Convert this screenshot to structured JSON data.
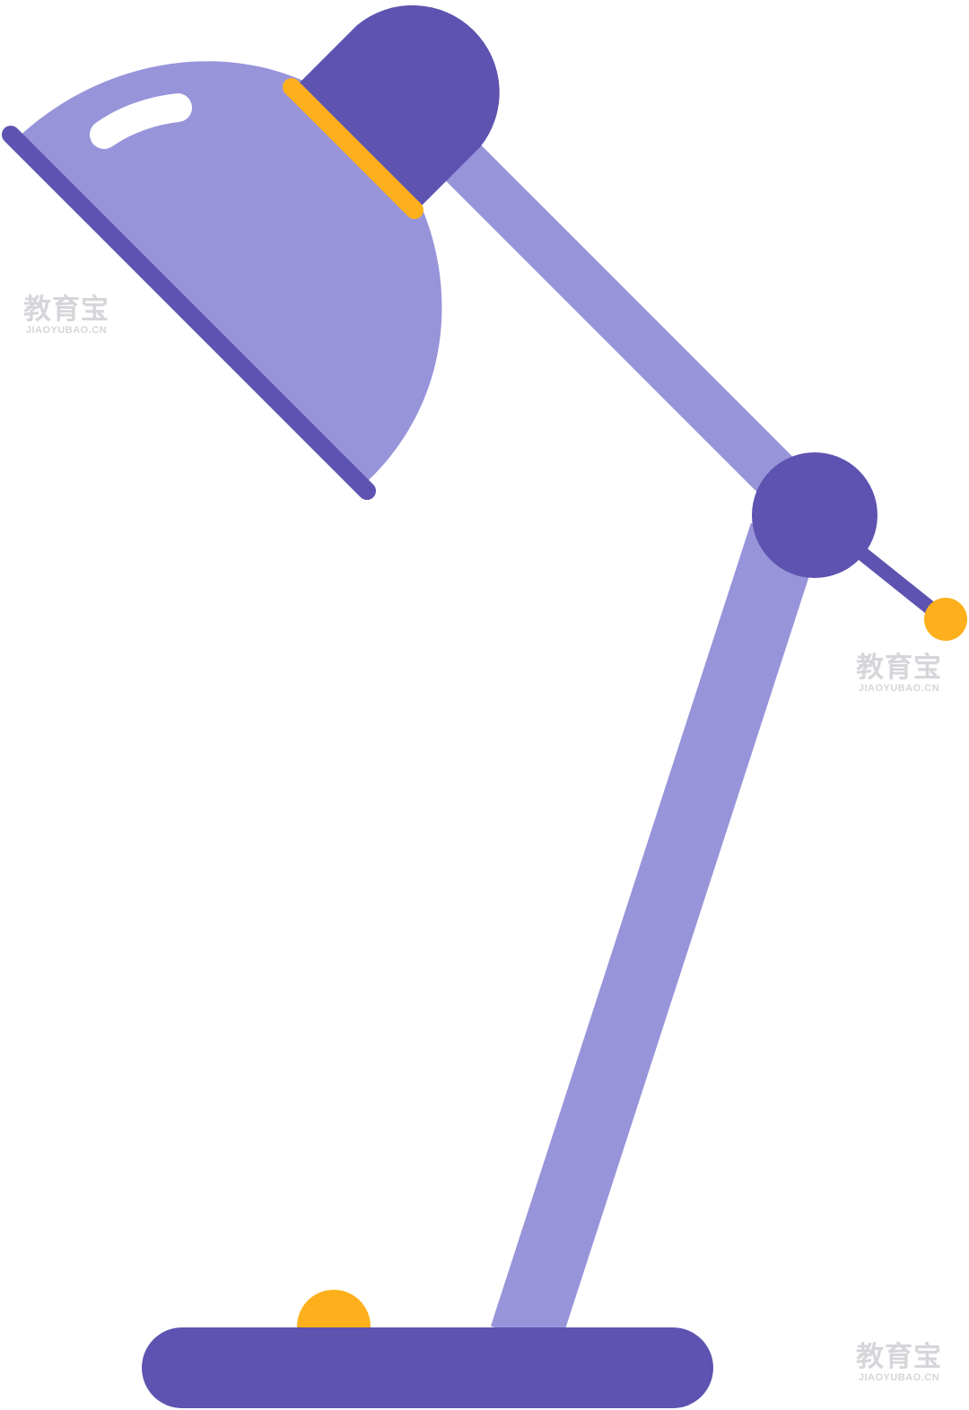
{
  "illustration": {
    "subject": "desk-lamp",
    "colors": {
      "shade_light": "#9894da",
      "dark_purple": "#5e53b0",
      "accent_yellow": "#fdb01b",
      "highlight": "#ffffff",
      "background": "#ffffff"
    }
  },
  "watermarks": [
    {
      "cn": "教育宝",
      "en": "JIAOYUBAO.CN"
    },
    {
      "cn": "教育宝",
      "en": "JIAOYUBAO.CN"
    },
    {
      "cn": "教育宝",
      "en": "JIAOYUBAO.CN"
    }
  ]
}
